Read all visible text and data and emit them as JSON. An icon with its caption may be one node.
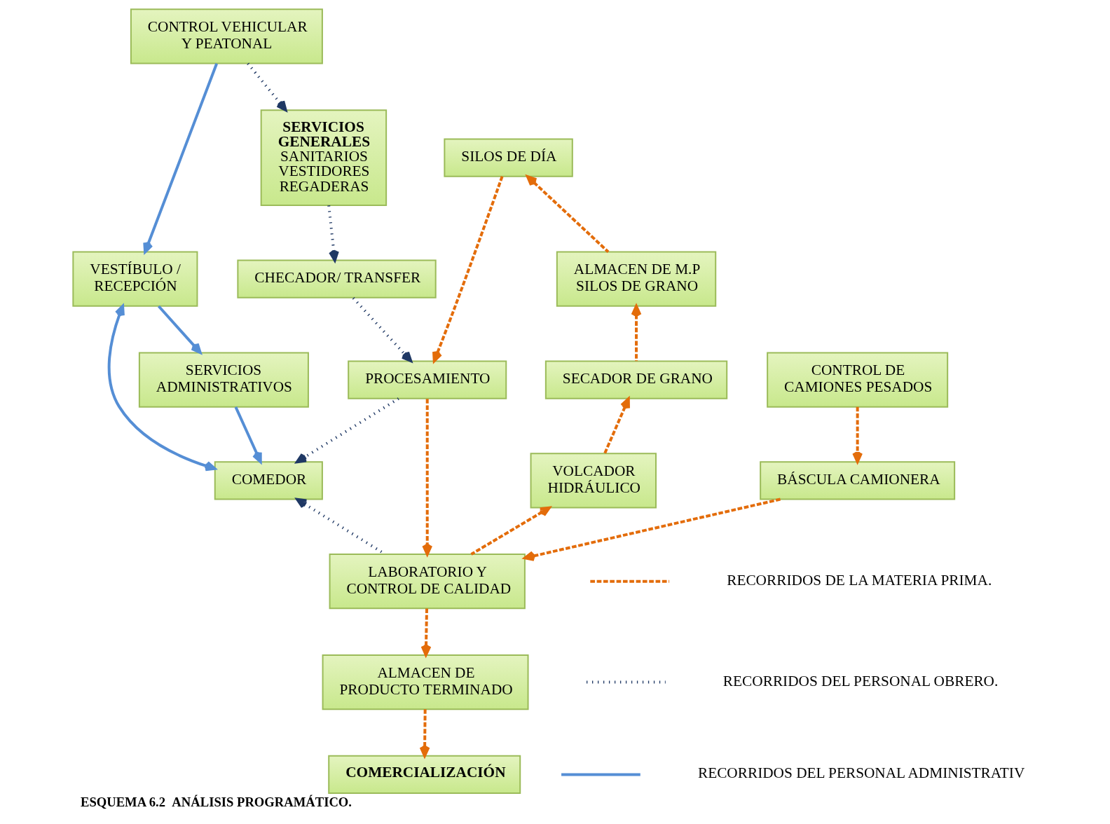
{
  "diagram": {
    "caption": "ESQUEMA 6.2  ANÁLISIS PROGRAMÁTICO.",
    "nodes": [
      {
        "text": [
          "CONTROL VEHICULAR Y PEATONAL"
        ]
      },
      {
        "text": [
          "SERVICIOS GENERALES",
          "SANITARIOS VESTIDORES REGADERAS"
        ]
      },
      {
        "text": [
          "CHECADOR/ TRANSFER"
        ]
      },
      {
        "text": [
          "SILOS DE DÍA"
        ]
      },
      {
        "text": [
          "ALMACEN DE M.P SILOS DE GRANO"
        ]
      },
      {
        "text": [
          "PROCESAMIENTO"
        ]
      },
      {
        "text": [
          "SECADOR DE GRANO"
        ]
      },
      {
        "text": [
          "VESTÍBULO / RECEPCIÓN"
        ]
      },
      {
        "text": [
          "COMEDOR"
        ]
      },
      {
        "text": [
          "ALMACEN DE PRODUCTO TERMINADO"
        ]
      },
      {
        "text": [
          "VOLCADOR HIDRÁULICO"
        ]
      },
      {
        "text": [
          "SERVICIOS ADMINISTRATIVOS"
        ]
      },
      {
        "text": [
          "LABORATORIO Y CONTROL DE CALIDAD"
        ]
      },
      {
        "text": [
          "COMERCIALIZACIÓN"
        ]
      },
      {
        "text": [
          "CONTROL DE CAMIONES PESADOS"
        ]
      },
      {
        "text": [
          "BÁSCULA CAMIONERA"
        ]
      }
    ],
    "edges": [
      {
        "from": 0,
        "to": 1,
        "arrow": "to",
        "style": "dashed",
        "color": "#1f3864"
      },
      {
        "from": 1,
        "to": 2,
        "arrow": "to",
        "style": "dashed",
        "color": "#1f3864"
      },
      {
        "from": 2,
        "to": 5,
        "arrow": "to",
        "style": "dashed",
        "color": "#1f3864"
      },
      {
        "from": 4,
        "to": 3,
        "arrow": "to",
        "style": "dashed"
      },
      {
        "from": 3,
        "to": 5,
        "arrow": "to",
        "style": "dashed"
      },
      {
        "from": 6,
        "to": 4,
        "arrow": "to",
        "style": "dashed"
      },
      {
        "from": 5,
        "to": 8,
        "arrow": "to",
        "style": "dashed",
        "color": "#1f3864"
      },
      {
        "from": 5,
        "to": 12,
        "arrow": "to",
        "style": "dashed"
      },
      {
        "from": 0,
        "to": 7,
        "arrow": "to",
        "color": "#558ed5"
      },
      {
        "from": 7,
        "to": 8,
        "arrow": "both",
        "color": "#558ed5"
      },
      {
        "from": 7,
        "to": 11,
        "arrow": "to",
        "color": "#558ed5"
      },
      {
        "from": 11,
        "to": 8,
        "arrow": "to",
        "color": "#558ed5"
      },
      {
        "from": 12,
        "to": 8,
        "arrow": "to",
        "style": "dashed",
        "color": "#1f3864"
      },
      {
        "from": 12,
        "to": 9,
        "arrow": "to",
        "style": "dashed"
      },
      {
        "from": 9,
        "to": 13,
        "arrow": "to",
        "style": "dashed"
      },
      {
        "from": 10,
        "to": 6,
        "arrow": "to",
        "style": "dashed"
      },
      {
        "from": 12,
        "to": 10,
        "arrow": "to",
        "style": "dashed"
      },
      {
        "from": 14,
        "to": 15,
        "arrow": "to",
        "style": "dashed"
      },
      {
        "from": 15,
        "to": 12,
        "arrow": "to",
        "style": "dashed"
      }
    ],
    "legend": [
      {
        "text": "RECORRIDOS DE LA MATERIA PRIMA."
      },
      {
        "text": "RECORRIDOS DEL PERSONAL OBRERO."
      },
      {
        "text": "RECORRIDOS DEL PERSONAL ADMINISTRATIV"
      }
    ]
  }
}
